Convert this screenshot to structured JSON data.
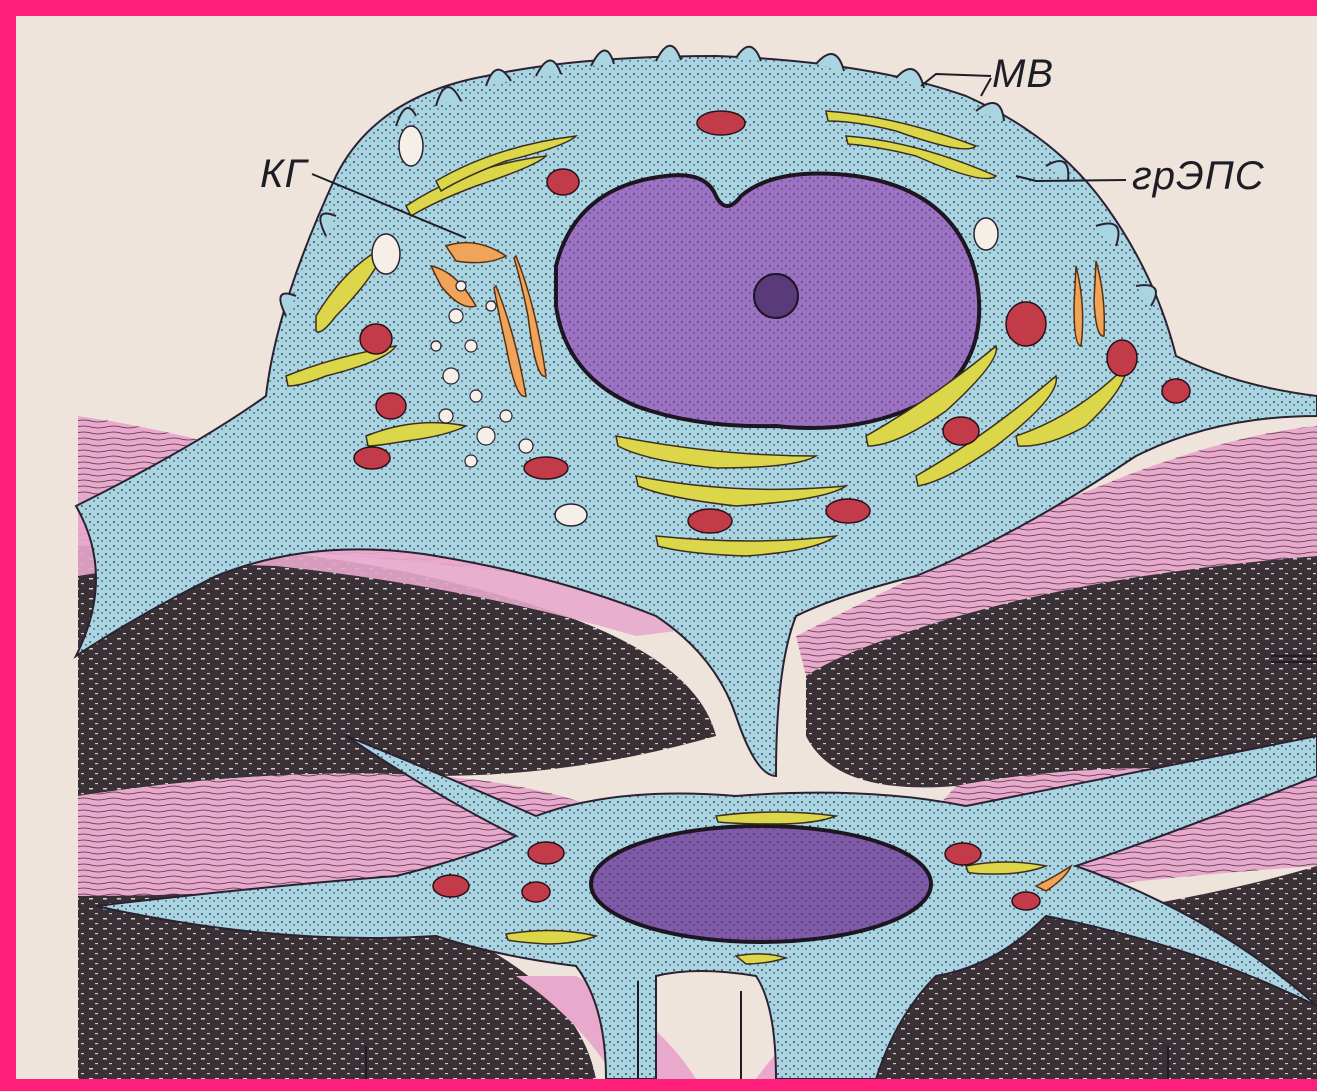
{
  "figure": {
    "labels": {
      "mv": "МВ",
      "kg": "КГ",
      "grEPS": "грЭПС"
    }
  },
  "colors": {
    "frame": "#ff1f7a",
    "paper": "#efe4dc",
    "matrix_dark": "#3a3137",
    "collagen_pink": "#e8a9cc",
    "cytoplasm_blue": "#a9d4e2",
    "nucleus_purple": "#9b72c4",
    "er_yellow": "#dcd64a",
    "mitochondria_red": "#c23b48",
    "golgi_orange": "#f0a45a"
  }
}
